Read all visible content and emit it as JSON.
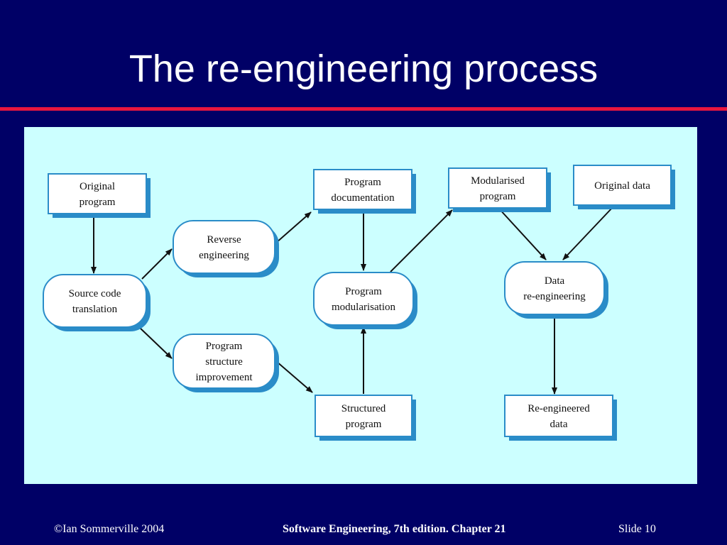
{
  "slide": {
    "title": "The re-engineering process",
    "footer_left": "©Ian Sommerville 2004",
    "footer_center": "Software Engineering, 7th edition. Chapter 21",
    "footer_right": "Slide  10"
  },
  "colors": {
    "background": "#000066",
    "title_rule": "#e8163e",
    "panel": "#ccffff",
    "node_fill": "#ffffff",
    "node_border": "#2a8cc8",
    "node_shadow": "#2a8cc8"
  },
  "diagram": {
    "nodes": [
      {
        "id": "original-program",
        "kind": "data",
        "lines": [
          "Original",
          "program"
        ]
      },
      {
        "id": "source-code-translation",
        "kind": "process",
        "lines": [
          "Source code",
          "translation"
        ]
      },
      {
        "id": "reverse-engineering",
        "kind": "process",
        "lines": [
          "Reverse",
          "engineering"
        ]
      },
      {
        "id": "program-structure-improvement",
        "kind": "process",
        "lines": [
          "Program",
          "structure",
          "improvement"
        ]
      },
      {
        "id": "program-documentation",
        "kind": "data",
        "lines": [
          "Program",
          "documentation"
        ]
      },
      {
        "id": "program-modularisation",
        "kind": "process",
        "lines": [
          "Program",
          "modularisation"
        ]
      },
      {
        "id": "structured-program",
        "kind": "data",
        "lines": [
          "Structured",
          "program"
        ]
      },
      {
        "id": "modularised-program",
        "kind": "data",
        "lines": [
          "Modularised",
          "program"
        ]
      },
      {
        "id": "original-data",
        "kind": "data",
        "lines": [
          "Original data"
        ]
      },
      {
        "id": "data-reengineering",
        "kind": "process",
        "lines": [
          "Data",
          "re-engineering"
        ]
      },
      {
        "id": "reengineered-data",
        "kind": "data",
        "lines": [
          "Re-engineered",
          "data"
        ]
      }
    ],
    "edges": [
      {
        "from": "original-program",
        "to": "source-code-translation"
      },
      {
        "from": "source-code-translation",
        "to": "reverse-engineering"
      },
      {
        "from": "source-code-translation",
        "to": "program-structure-improvement"
      },
      {
        "from": "reverse-engineering",
        "to": "program-documentation"
      },
      {
        "from": "program-documentation",
        "to": "program-modularisation"
      },
      {
        "from": "program-structure-improvement",
        "to": "structured-program"
      },
      {
        "from": "structured-program",
        "to": "program-modularisation"
      },
      {
        "from": "program-modularisation",
        "to": "modularised-program"
      },
      {
        "from": "modularised-program",
        "to": "data-reengineering"
      },
      {
        "from": "original-data",
        "to": "data-reengineering"
      },
      {
        "from": "data-reengineering",
        "to": "reengineered-data"
      }
    ]
  }
}
